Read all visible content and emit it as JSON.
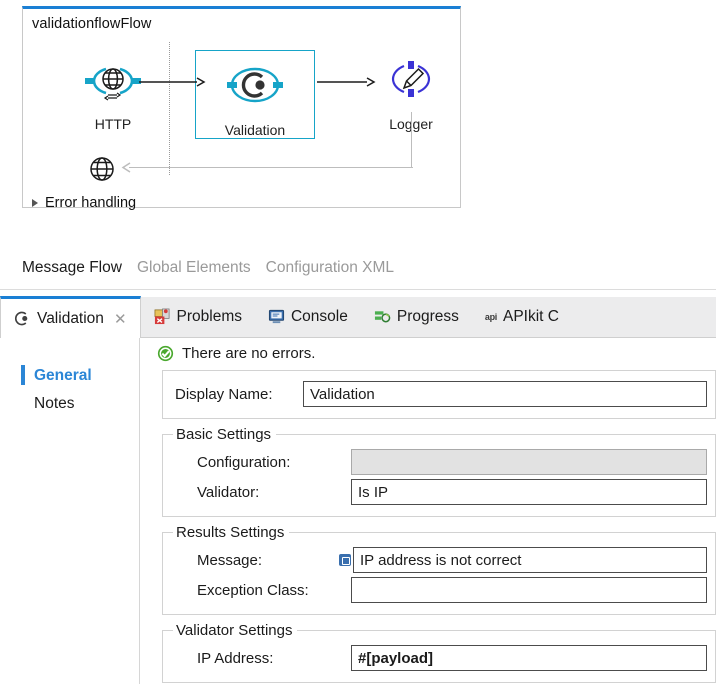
{
  "flow": {
    "title": "validationflowFlow",
    "error_handling_label": "Error handling",
    "nodes": [
      {
        "label": "HTTP",
        "icon": "globe-icon",
        "color": "#16a4c8"
      },
      {
        "label": "Validation",
        "icon": "validation-icon",
        "color": "#16a4c8"
      },
      {
        "label": "Logger",
        "icon": "pencil-icon",
        "color": "#3b33d5"
      }
    ],
    "error_node_icon": "globe-icon",
    "selected_node": "Validation",
    "selection_color": "#16a4c8"
  },
  "view_tabs": [
    {
      "label": "Message Flow",
      "active": true
    },
    {
      "label": "Global Elements",
      "active": false
    },
    {
      "label": "Configuration XML",
      "active": false
    }
  ],
  "bottom_tabs": [
    {
      "label": "Validation",
      "icon": "validation-icon",
      "active": true,
      "closable": true
    },
    {
      "label": "Problems",
      "icon": "problems-icon",
      "active": false,
      "closable": false
    },
    {
      "label": "Console",
      "icon": "console-icon",
      "active": false,
      "closable": false
    },
    {
      "label": "Progress",
      "icon": "progress-icon",
      "active": false,
      "closable": false
    },
    {
      "label": "APIkit C",
      "icon": "api-icon",
      "active": false,
      "closable": false
    }
  ],
  "editor": {
    "side_nav": [
      {
        "label": "General",
        "active": true
      },
      {
        "label": "Notes",
        "active": false
      }
    ],
    "status": {
      "icon": "success-check-icon",
      "text": "There are no errors.",
      "color": "#4aa82e"
    },
    "display_name": {
      "label": "Display Name:",
      "value": "Validation"
    },
    "basic_settings": {
      "legend": "Basic Settings",
      "fields": [
        {
          "label": "Configuration:",
          "value": "",
          "disabled": true,
          "expr": false,
          "badge": false
        },
        {
          "label": "Validator:",
          "value": "Is IP",
          "disabled": false,
          "expr": false,
          "badge": false
        }
      ]
    },
    "results_settings": {
      "legend": "Results Settings",
      "fields": [
        {
          "label": "Message:",
          "value": "IP address is not correct",
          "disabled": false,
          "expr": false,
          "badge": true
        },
        {
          "label": "Exception Class:",
          "value": "",
          "disabled": false,
          "expr": false,
          "badge": false
        }
      ]
    },
    "validator_settings": {
      "legend": "Validator Settings",
      "fields": [
        {
          "label": "IP Address:",
          "value": "#[payload]",
          "disabled": false,
          "expr": true,
          "badge": false
        }
      ]
    }
  },
  "colors": {
    "accent_blue": "#1a7fd4",
    "cyan": "#16a4c8",
    "logger_blue": "#3b33d5",
    "green": "#4aa82e"
  }
}
